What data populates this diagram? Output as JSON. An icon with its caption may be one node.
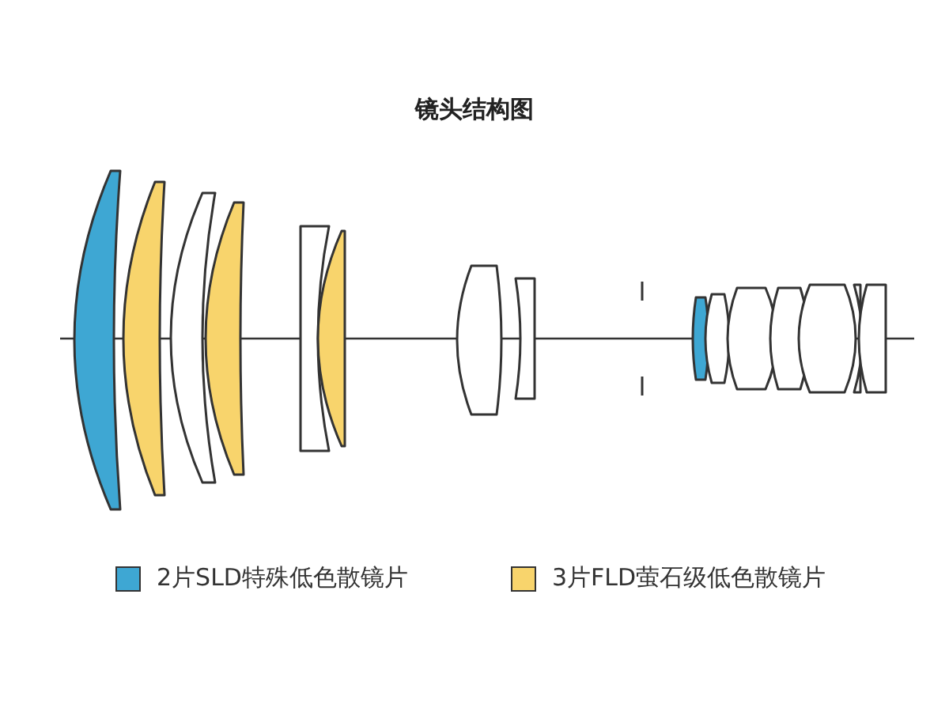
{
  "diagram": {
    "title": "镜头结构图",
    "legend": [
      {
        "text": "2片SLD特殊低色散镜片",
        "color": "#3ea7d3"
      },
      {
        "text": "3片FLD萤石级低色散镜片",
        "color": "#f8d46c"
      }
    ]
  }
}
